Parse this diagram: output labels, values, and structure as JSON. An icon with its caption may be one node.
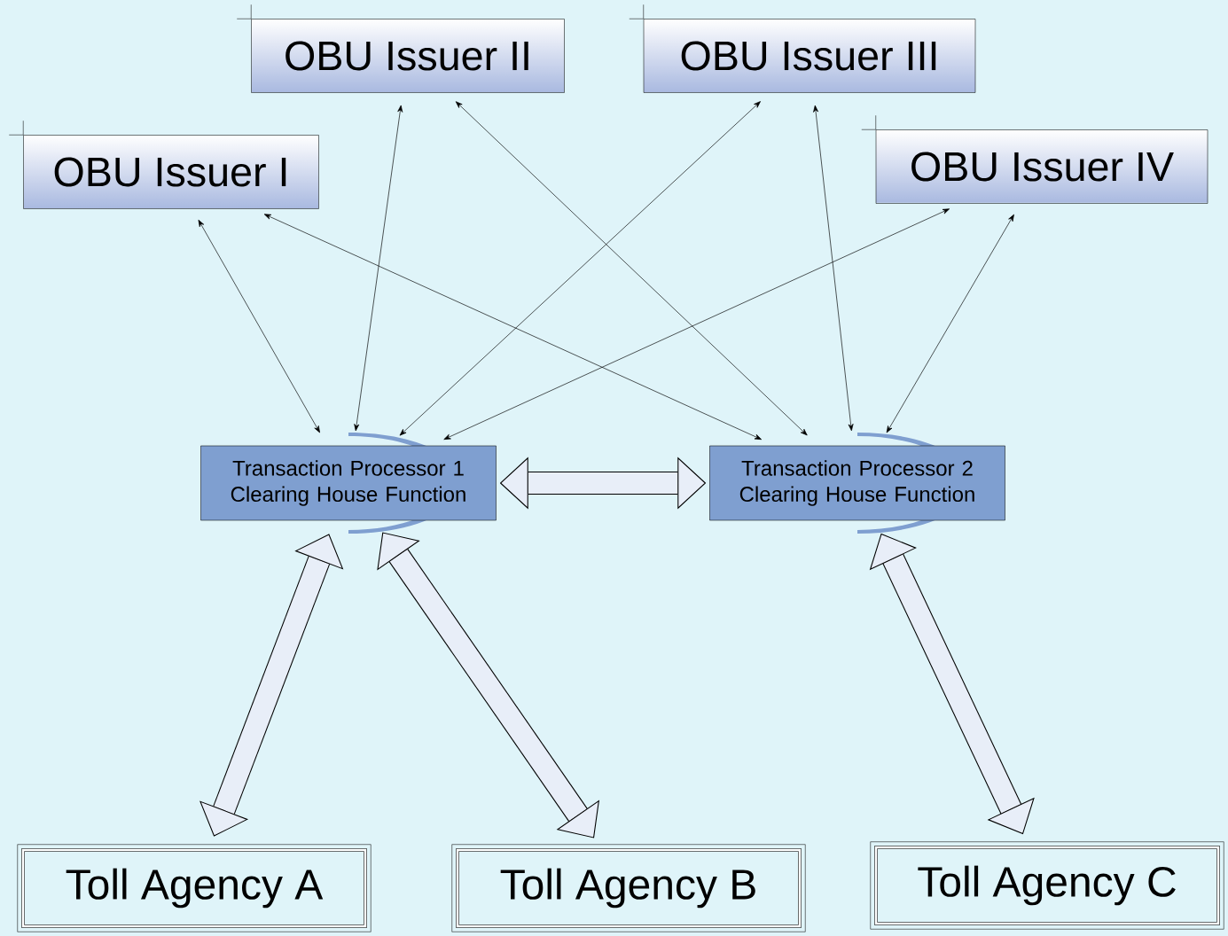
{
  "diagram": {
    "nodes": [
      {
        "text": [
          "OBU Issuer I"
        ]
      },
      {
        "text": [
          "OBU Issuer II"
        ]
      },
      {
        "text": [
          "OBU Issuer III"
        ]
      },
      {
        "text": [
          "OBU Issuer IV"
        ]
      },
      {
        "text": [
          "Transaction Processor 1 Clearing House Function"
        ]
      },
      {
        "text": [
          "Transaction Processor 2 Clearing House Function"
        ]
      },
      {
        "text": [
          "Toll Agency A"
        ]
      },
      {
        "text": [
          "Toll Agency B"
        ]
      },
      {
        "text": [
          "Toll Agency C"
        ]
      }
    ],
    "edges": [
      {
        "from": 0,
        "to": 4,
        "arrow": "both"
      },
      {
        "from": 0,
        "to": 5,
        "arrow": "both"
      },
      {
        "from": 1,
        "to": 4,
        "arrow": "both"
      },
      {
        "from": 1,
        "to": 5,
        "arrow": "both"
      },
      {
        "from": 2,
        "to": 4,
        "arrow": "both"
      },
      {
        "from": 2,
        "to": 5,
        "arrow": "both"
      },
      {
        "from": 3,
        "to": 4,
        "arrow": "both"
      },
      {
        "from": 3,
        "to": 5,
        "arrow": "both"
      },
      {
        "from": 4,
        "to": 5,
        "arrow": "both",
        "style": "thick"
      },
      {
        "from": 4,
        "to": 6,
        "arrow": "both",
        "style": "thick"
      },
      {
        "from": 4,
        "to": 7,
        "arrow": "both",
        "style": "thick"
      },
      {
        "from": 5,
        "to": 8,
        "arrow": "both",
        "style": "thick"
      }
    ]
  }
}
